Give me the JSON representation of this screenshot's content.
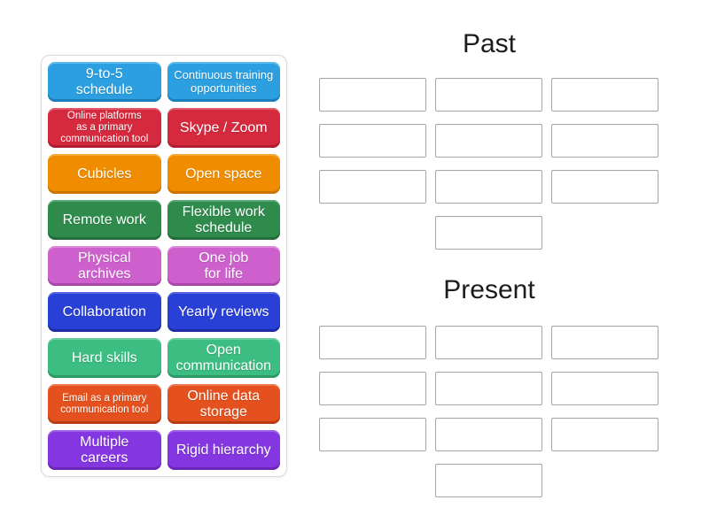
{
  "tile_panel": {
    "tiles": [
      {
        "label": "9-to-5\nschedule",
        "color": "blue"
      },
      {
        "label": "Continuous training\nopportunities",
        "color": "blue"
      },
      {
        "label": "Online platforms\nas a primary\ncommunication tool",
        "color": "crimson"
      },
      {
        "label": "Skype / Zoom",
        "color": "crimson"
      },
      {
        "label": "Cubicles",
        "color": "orange"
      },
      {
        "label": "Open space",
        "color": "orange"
      },
      {
        "label": "Remote work",
        "color": "green"
      },
      {
        "label": "Flexible work\nschedule",
        "color": "green"
      },
      {
        "label": "Physical\narchives",
        "color": "orchid"
      },
      {
        "label": "One job\nfor life",
        "color": "orchid"
      },
      {
        "label": "Collaboration",
        "color": "royal_blue"
      },
      {
        "label": "Yearly reviews",
        "color": "royal_blue"
      },
      {
        "label": "Hard skills",
        "color": "emerald"
      },
      {
        "label": "Open\ncommunication",
        "color": "emerald"
      },
      {
        "label": "Email as a primary\ncommunication tool",
        "color": "vermillion"
      },
      {
        "label": "Online data\nstorage",
        "color": "vermillion"
      },
      {
        "label": "Multiple\ncareers",
        "color": "violet"
      },
      {
        "label": "Rigid hierarchy",
        "color": "violet"
      }
    ],
    "palette": {
      "blue": {
        "bg": "#2b9fe0",
        "hi": "#5cb9ea",
        "lo": "#1c7fbd"
      },
      "crimson": {
        "bg": "#d5293d",
        "hi": "#df5a6a",
        "lo": "#ad1f31"
      },
      "orange": {
        "bg": "#f08c00",
        "hi": "#f4ab38",
        "lo": "#cc7400"
      },
      "green": {
        "bg": "#2e8b4c",
        "hi": "#58a873",
        "lo": "#226e3a"
      },
      "orchid": {
        "bg": "#ce60ce",
        "hi": "#dd8ada",
        "lo": "#a948aa"
      },
      "royal_blue": {
        "bg": "#2940d6",
        "hi": "#5464e0",
        "lo": "#1d2da6"
      },
      "emerald": {
        "bg": "#3cbd81",
        "hi": "#68cd9e",
        "lo": "#2b9a66"
      },
      "vermillion": {
        "bg": "#e4511e",
        "hi": "#ec7a4f",
        "lo": "#b93c12"
      },
      "violet": {
        "bg": "#8437e0",
        "hi": "#9f60e8",
        "lo": "#6926b8"
      }
    }
  },
  "groups": [
    {
      "title": "Past",
      "slots": 10
    },
    {
      "title": "Present",
      "slots": 10
    }
  ]
}
